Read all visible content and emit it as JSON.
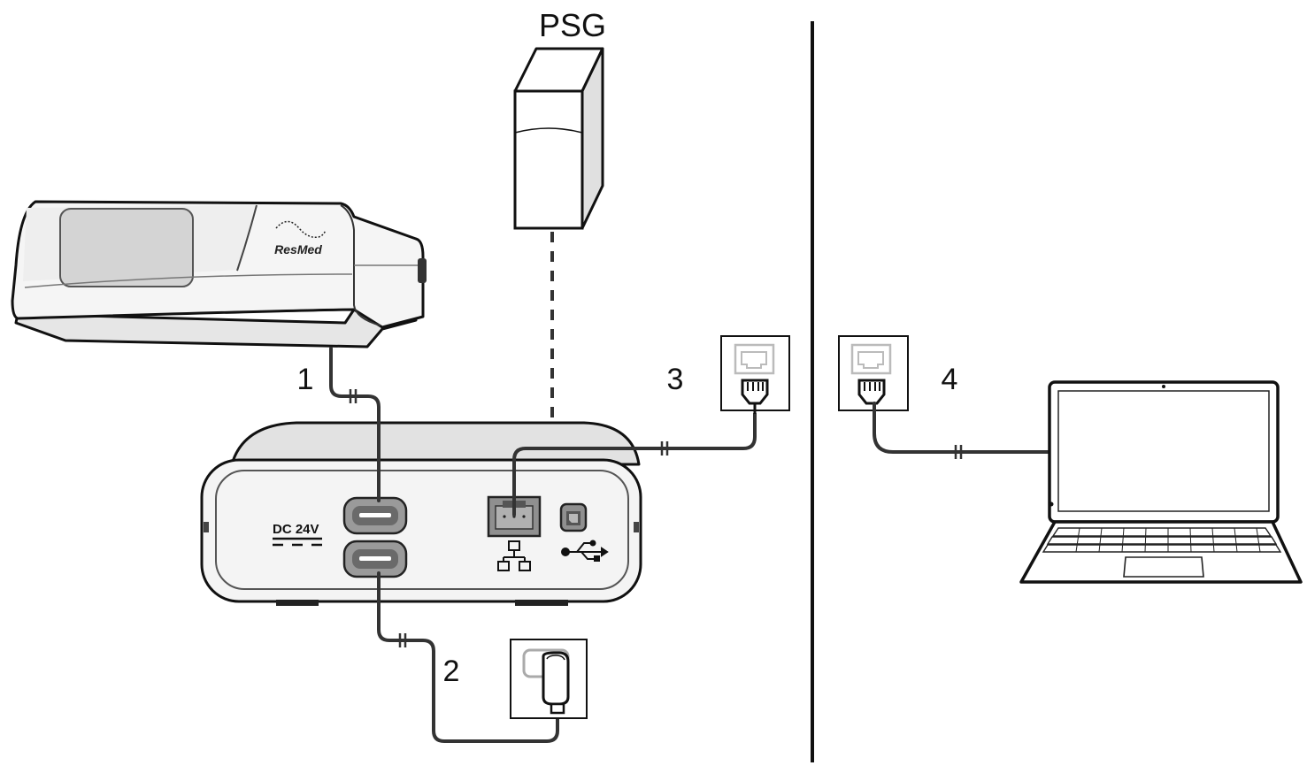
{
  "labels": {
    "psg": "PSG",
    "callout_1": "1",
    "callout_2": "2",
    "callout_3": "3",
    "callout_4": "4",
    "brand": "ResMed",
    "power_rating": "DC 24V"
  },
  "colors": {
    "outline": "#111111",
    "device_fill": "#f4f4f4",
    "panel_fill": "#dcdcdc",
    "port_fill": "#8f8f8f",
    "cable": "#333333"
  },
  "icons": [
    "network-icon",
    "usb-icon",
    "rj45-plug-icon",
    "power-plug-icon"
  ]
}
